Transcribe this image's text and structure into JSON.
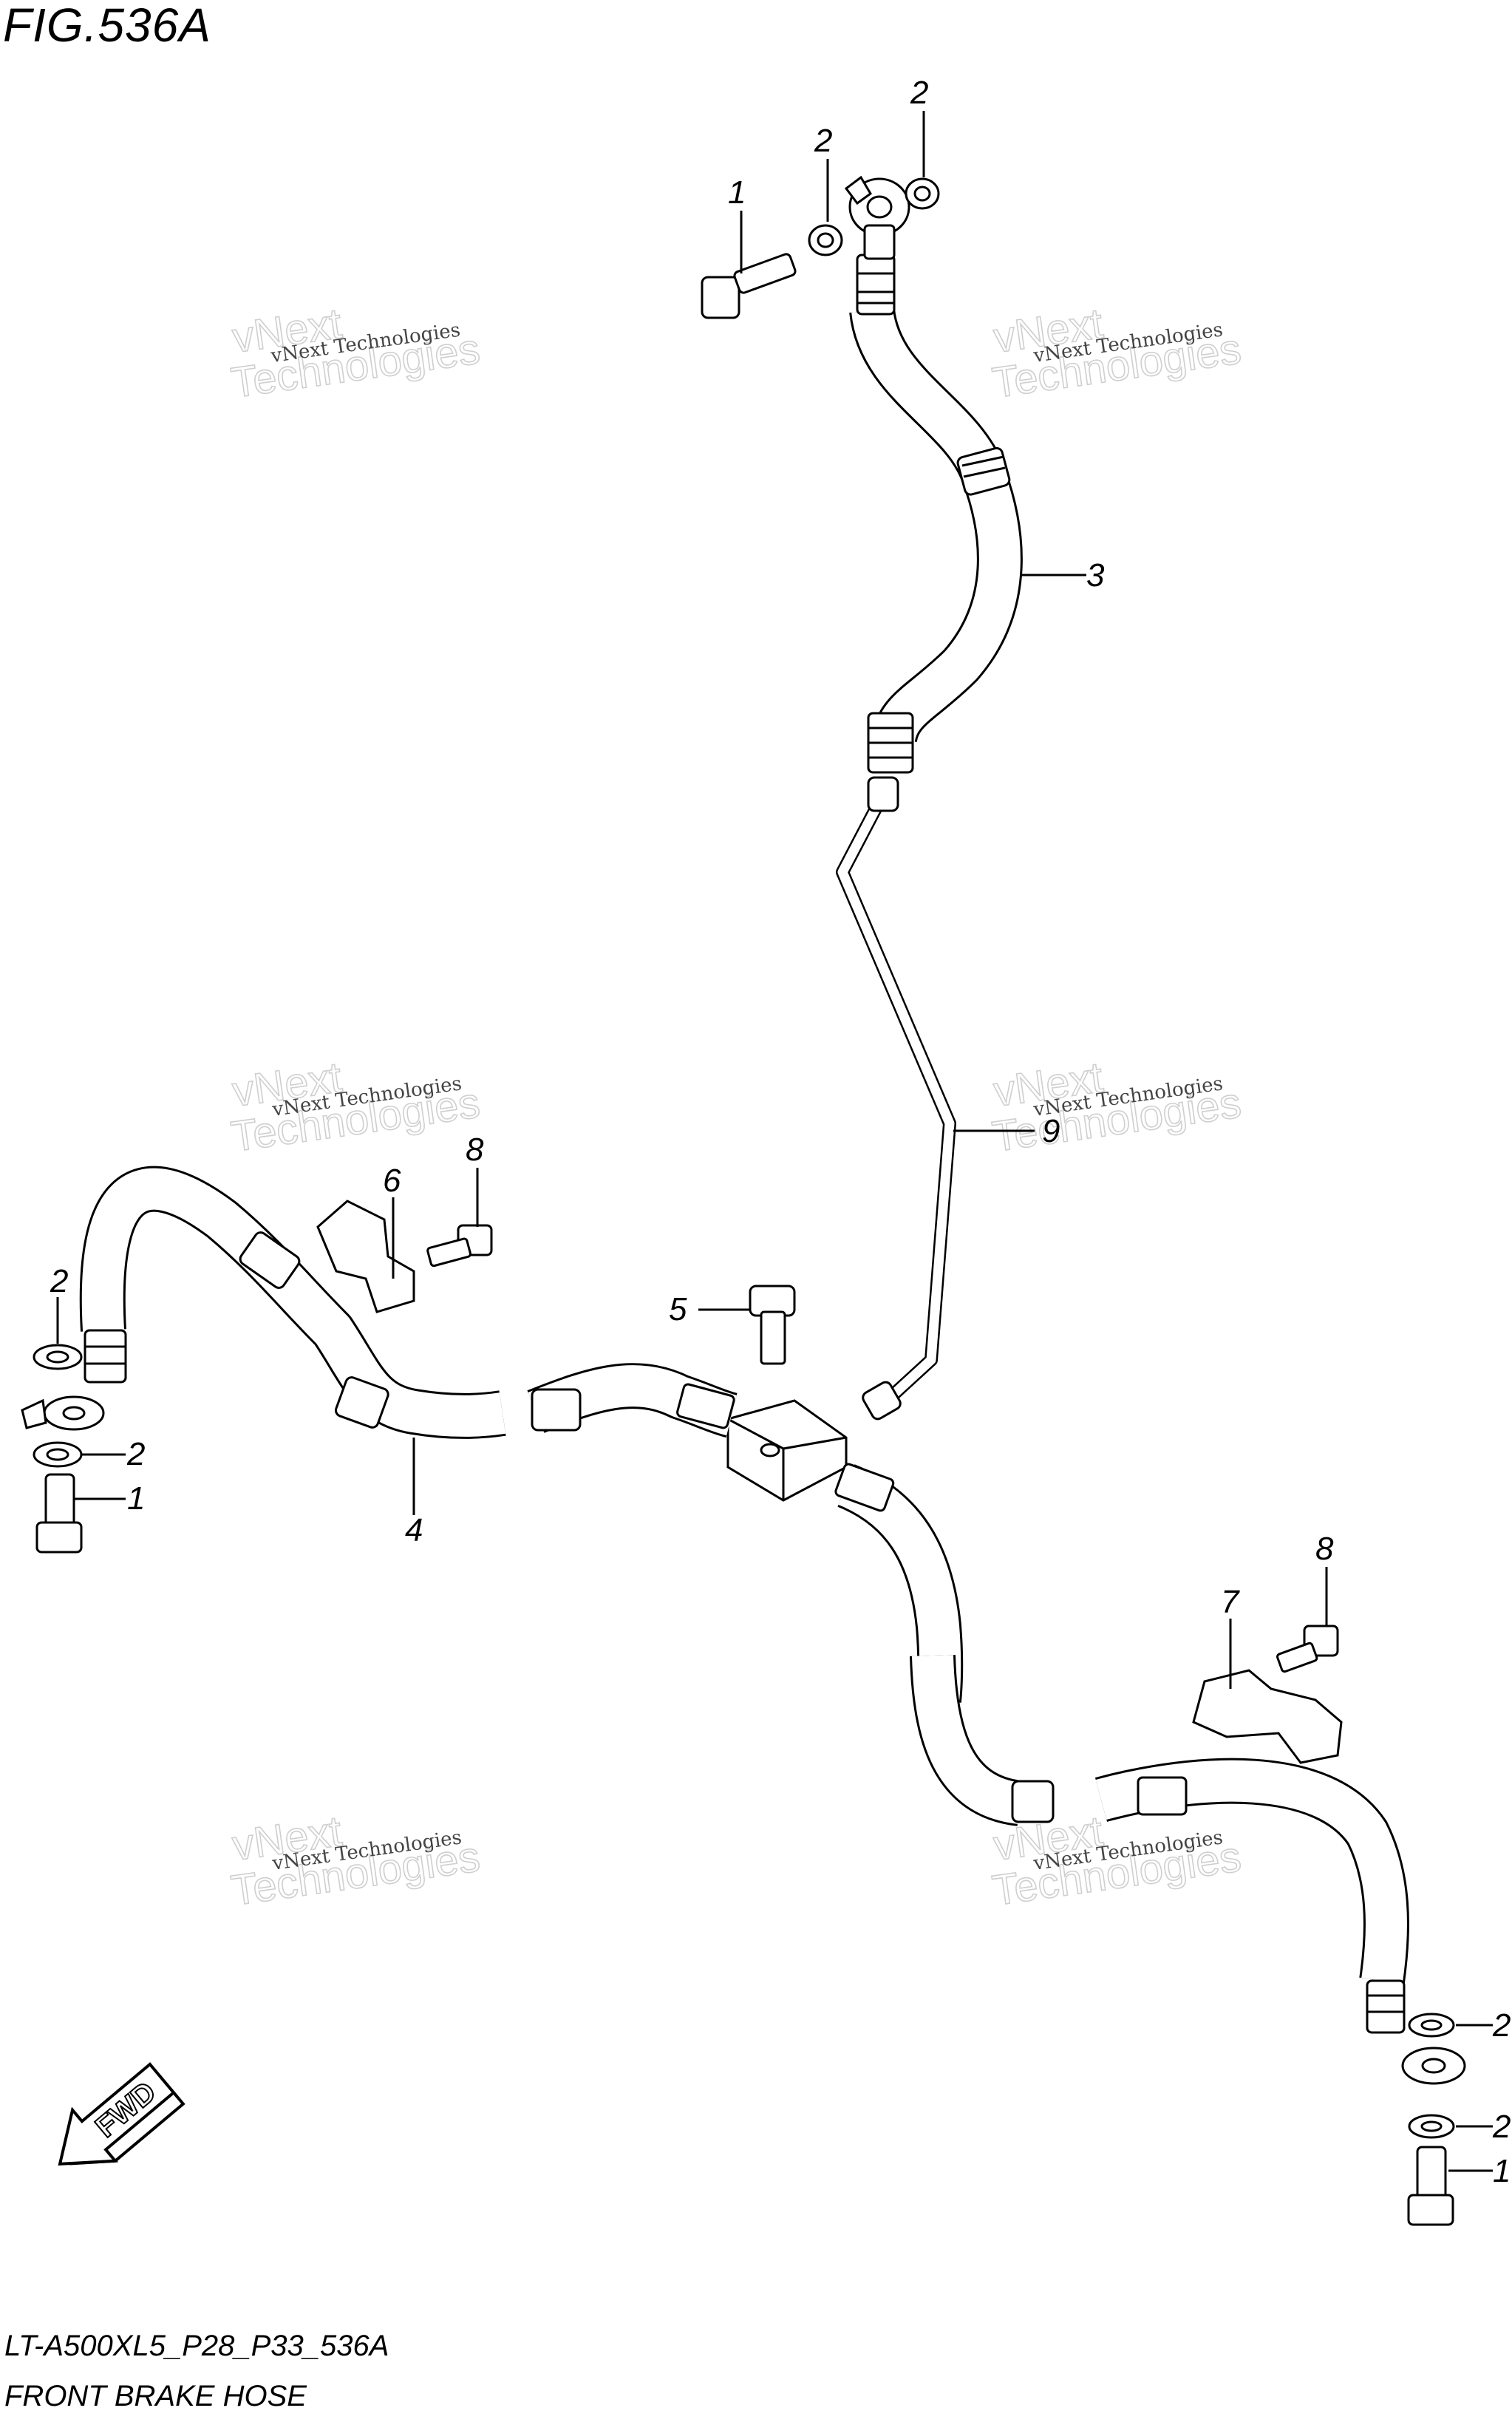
{
  "figure": {
    "title": "FIG.536A",
    "model_code": "LT-A500XL5_P28_P33_536A",
    "name": "FRONT BRAKE HOSE"
  },
  "callouts": [
    {
      "id": "c1a",
      "label": "1"
    },
    {
      "id": "c2a",
      "label": "2"
    },
    {
      "id": "c2b",
      "label": "2"
    },
    {
      "id": "c3",
      "label": "3"
    },
    {
      "id": "c9",
      "label": "9"
    },
    {
      "id": "c6",
      "label": "6"
    },
    {
      "id": "c8a",
      "label": "8"
    },
    {
      "id": "c2c",
      "label": "2"
    },
    {
      "id": "c2d",
      "label": "2"
    },
    {
      "id": "c1b",
      "label": "1"
    },
    {
      "id": "c4",
      "label": "4"
    },
    {
      "id": "c5",
      "label": "5"
    },
    {
      "id": "c8b",
      "label": "8"
    },
    {
      "id": "c7",
      "label": "7"
    },
    {
      "id": "c2e",
      "label": "2"
    },
    {
      "id": "c2f",
      "label": "2"
    },
    {
      "id": "c1c",
      "label": "1"
    }
  ],
  "watermark": {
    "line1": "vNext Technologies",
    "line2": "vNext",
    "line3": "Technologies"
  },
  "fwd_label": "FWD",
  "icons": {
    "fwd": "fwd-arrow-icon"
  }
}
